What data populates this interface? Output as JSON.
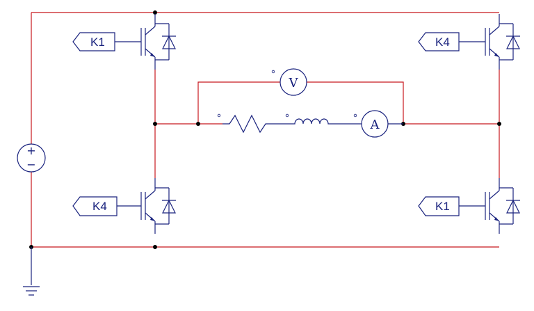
{
  "colors": {
    "wire": "#c8181e",
    "component": "#1a237e",
    "node": "#000000",
    "background": "#ffffff"
  },
  "gate_labels": {
    "top_left": "K1",
    "top_right": "K4",
    "bottom_left": "K4",
    "bottom_right": "K1"
  },
  "meters": {
    "voltmeter": "V",
    "ammeter": "A"
  },
  "source": {
    "plus": "+",
    "minus": "−"
  },
  "components": {
    "switch_symbol": "igbt-with-diode-icon",
    "load": [
      "resistor-icon",
      "inductor-icon"
    ],
    "source_symbol": "dc-voltage-source-icon",
    "ground_symbol": "ground-icon"
  }
}
